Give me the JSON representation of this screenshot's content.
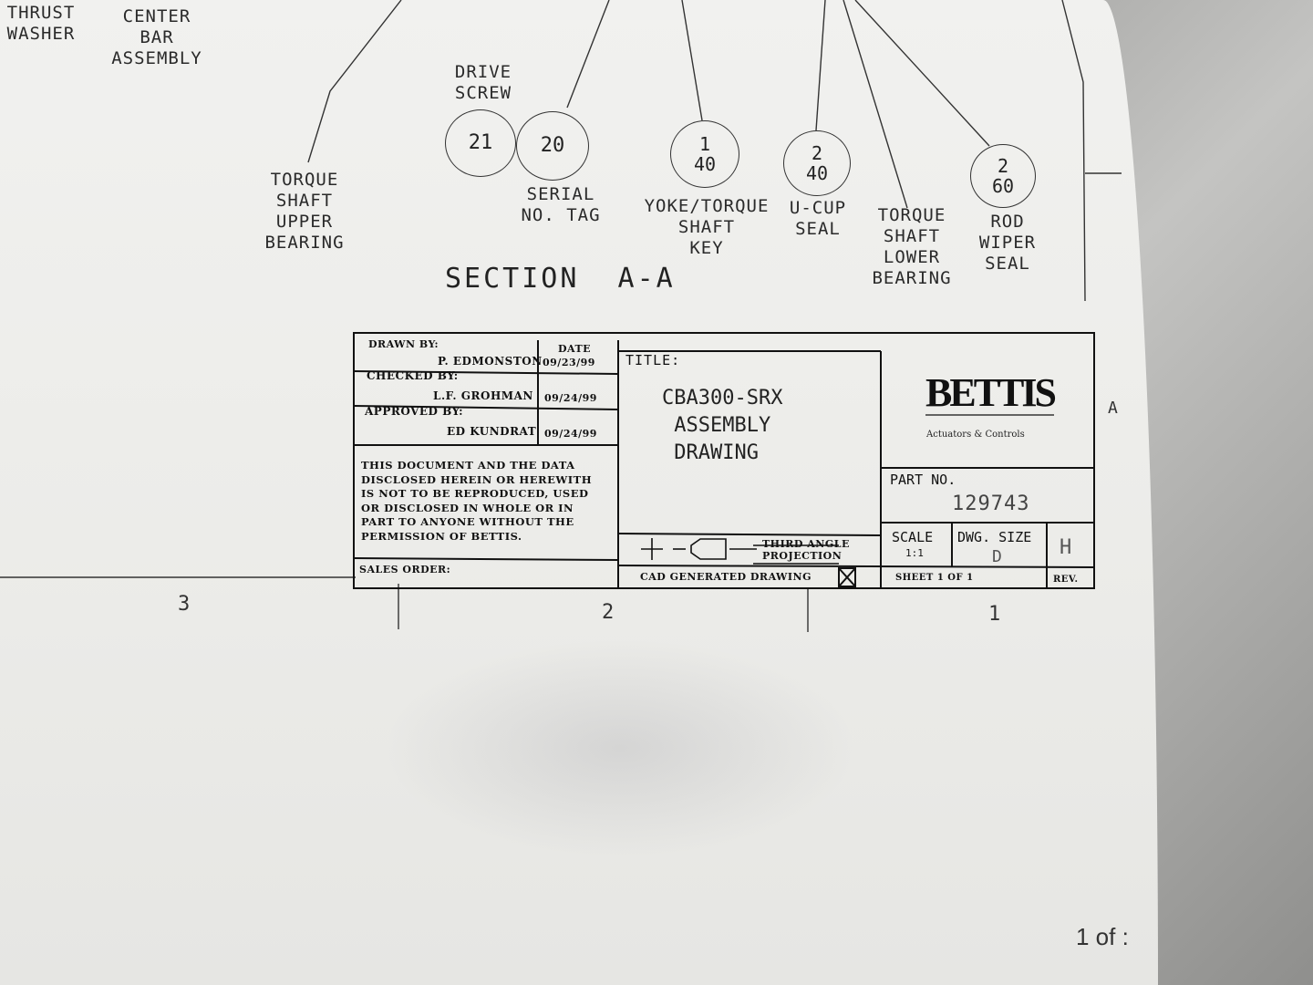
{
  "labels": {
    "thrust_washer": "THRUST\nWASHER",
    "center_bar": "CENTER\nBAR\nASSEMBLY",
    "drive_screw": "DRIVE\nSCREW",
    "torque_shaft_upper": "TORQUE\nSHAFT\nUPPER\nBEARING",
    "serial_tag": "SERIAL\nNO. TAG",
    "yoke_key": "YOKE/TORQUE\nSHAFT\nKEY",
    "ucup_seal": "U-CUP\nSEAL",
    "torque_shaft_lower": "TORQUE\nSHAFT\nLOWER\nBEARING",
    "rod_wiper": "ROD\nWIPER\nSEAL"
  },
  "balloons": {
    "b21": "21",
    "b20": "20",
    "yoke_top": "1",
    "yoke_bottom": "40",
    "ucup_top": "2",
    "ucup_bottom": "40",
    "rod_top": "2",
    "rod_bottom": "60"
  },
  "section_title": "SECTION  A-A",
  "title_block": {
    "drawn_by_label": "DRAWN BY:",
    "drawn_by": "P. EDMONSTON",
    "date_label": "DATE",
    "drawn_date": "09/23/99",
    "checked_by_label": "CHECKED BY:",
    "checked_by": "L.F. GROHMAN",
    "checked_date": "09/24/99",
    "approved_by_label": "APPROVED BY:",
    "approved_by": "ED KUNDRAT",
    "approved_date": "09/24/99",
    "disclaimer": "THIS DOCUMENT AND THE DATA\nDISCLOSED HEREIN OR HEREWITH\nIS NOT TO BE REPRODUCED, USED\nOR DISCLOSED IN WHOLE OR IN\nPART TO ANYONE WITHOUT THE\nPERMISSION OF BETTIS.",
    "sales_order_label": "SALES ORDER:",
    "title_label": "TITLE:",
    "title_text": "CBA300-SRX\n ASSEMBLY\n DRAWING",
    "projection": "THIRD ANGLE\nPROJECTION",
    "cad_generated": "CAD GENERATED DRAWING",
    "logo": "BETTIS",
    "logo_sub": "Actuators & Controls",
    "part_no_label": "PART NO.",
    "part_no": "129743",
    "scale_label": "SCALE",
    "scale": "1:1",
    "dwg_size_label": "DWG. SIZE",
    "dwg_size": "D",
    "rev": "H",
    "sheet": "SHEET  1  OF  1",
    "rev_label": "REV."
  },
  "zones": {
    "z3": "3",
    "z2": "2",
    "z1": "1",
    "row_a": "A"
  },
  "page_indicator": "1 of :"
}
